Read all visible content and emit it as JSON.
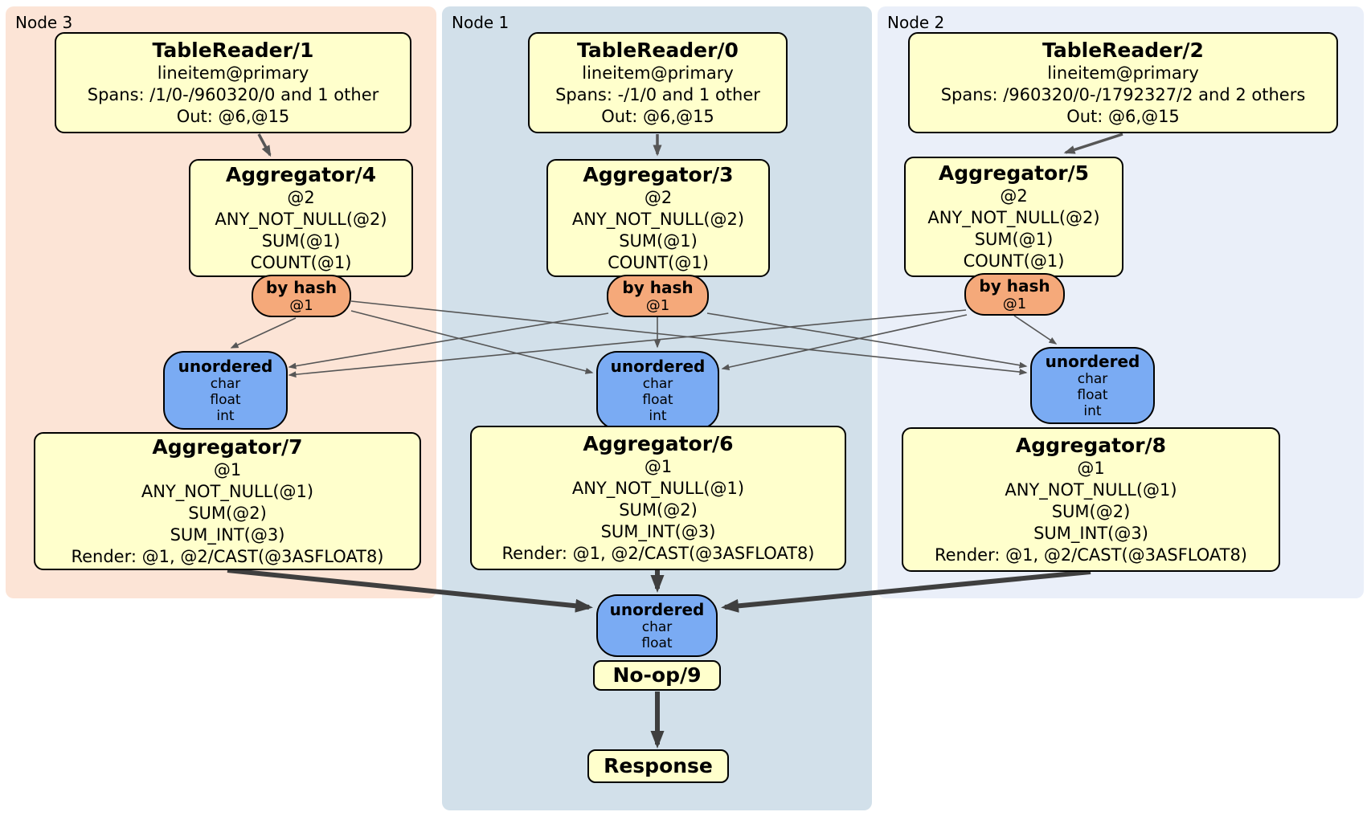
{
  "colors": {
    "node3_bg": "#fce4d6",
    "node1_bg": "#d2e0ea",
    "node2_bg": "#eaeff9",
    "processor_fill": "#ffffcc",
    "router_fill": "#f5a97a",
    "sync_fill": "#7aabf3",
    "edge": "#565656",
    "edge_thick": "#3f3f3f"
  },
  "regions": {
    "node3": {
      "label": "Node 3",
      "table_reader": {
        "title": "TableReader/1",
        "lines": [
          "lineitem@primary",
          "Spans: /1/0-/960320/0 and 1 other",
          "Out: @6,@15"
        ]
      },
      "aggregator_top": {
        "title": "Aggregator/4",
        "lines": [
          "@2",
          "ANY_NOT_NULL(@2)",
          "SUM(@1)",
          "COUNT(@1)"
        ]
      },
      "router": {
        "title": "by hash",
        "detail": "@1"
      },
      "sync": {
        "title": "unordered",
        "lines": [
          "char",
          "float",
          "int"
        ]
      },
      "aggregator_bottom": {
        "title": "Aggregator/7",
        "lines": [
          "@1",
          "ANY_NOT_NULL(@1)",
          "SUM(@2)",
          "SUM_INT(@3)",
          "Render: @1, @2/CAST(@3ASFLOAT8)"
        ]
      }
    },
    "node1": {
      "label": "Node 1",
      "table_reader": {
        "title": "TableReader/0",
        "lines": [
          "lineitem@primary",
          "Spans: -/1/0 and 1 other",
          "Out: @6,@15"
        ]
      },
      "aggregator_top": {
        "title": "Aggregator/3",
        "lines": [
          "@2",
          "ANY_NOT_NULL(@2)",
          "SUM(@1)",
          "COUNT(@1)"
        ]
      },
      "router": {
        "title": "by hash",
        "detail": "@1"
      },
      "sync": {
        "title": "unordered",
        "lines": [
          "char",
          "float",
          "int"
        ]
      },
      "aggregator_bottom": {
        "title": "Aggregator/6",
        "lines": [
          "@1",
          "ANY_NOT_NULL(@1)",
          "SUM(@2)",
          "SUM_INT(@3)",
          "Render: @1, @2/CAST(@3ASFLOAT8)"
        ]
      },
      "sync_final": {
        "title": "unordered",
        "lines": [
          "char",
          "float"
        ]
      },
      "noop": {
        "title": "No-op/9"
      },
      "response": {
        "title": "Response"
      }
    },
    "node2": {
      "label": "Node 2",
      "table_reader": {
        "title": "TableReader/2",
        "lines": [
          "lineitem@primary",
          "Spans: /960320/0-/1792327/2 and 2 others",
          "Out: @6,@15"
        ]
      },
      "aggregator_top": {
        "title": "Aggregator/5",
        "lines": [
          "@2",
          "ANY_NOT_NULL(@2)",
          "SUM(@1)",
          "COUNT(@1)"
        ]
      },
      "router": {
        "title": "by hash",
        "detail": "@1"
      },
      "sync": {
        "title": "unordered",
        "lines": [
          "char",
          "float",
          "int"
        ]
      },
      "aggregator_bottom": {
        "title": "Aggregator/8",
        "lines": [
          "@1",
          "ANY_NOT_NULL(@1)",
          "SUM(@2)",
          "SUM_INT(@3)",
          "Render: @1, @2/CAST(@3ASFLOAT8)"
        ]
      }
    }
  }
}
